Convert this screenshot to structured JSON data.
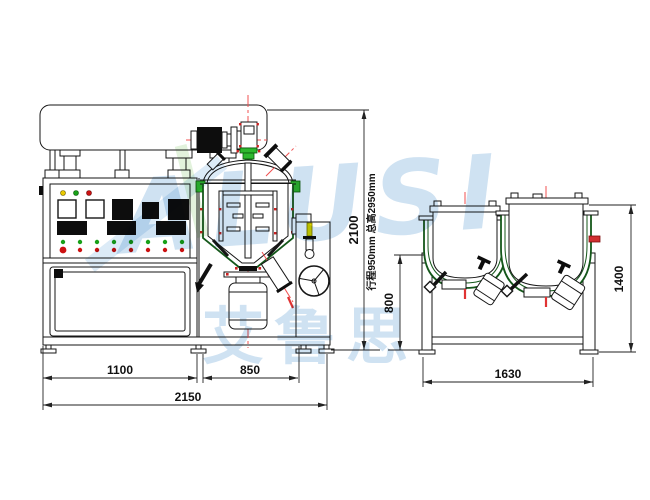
{
  "watermark": {
    "logo_text": "ALUSI",
    "brand_cn": "艾鲁思"
  },
  "dimensions": {
    "bottom": {
      "cabinet_width": "1100",
      "mixer_width": "850",
      "total_width": "2150",
      "stand_width": "1630"
    },
    "vertical": {
      "machine_height": "2100",
      "stroke_note": "行程950mm 总高2950mm",
      "stand_height": "800",
      "tank_height": "1400"
    }
  },
  "colors": {
    "centerline_red": "#f05050",
    "jacket_green": "#14571a",
    "fitting_green": "#2eb82e",
    "indicator_yellow": "#e8c800",
    "indicator_green": "#18a018",
    "indicator_red": "#cc1111",
    "valve_yellow": "#e6d800",
    "watermark_blue": "#cfe2f2"
  }
}
